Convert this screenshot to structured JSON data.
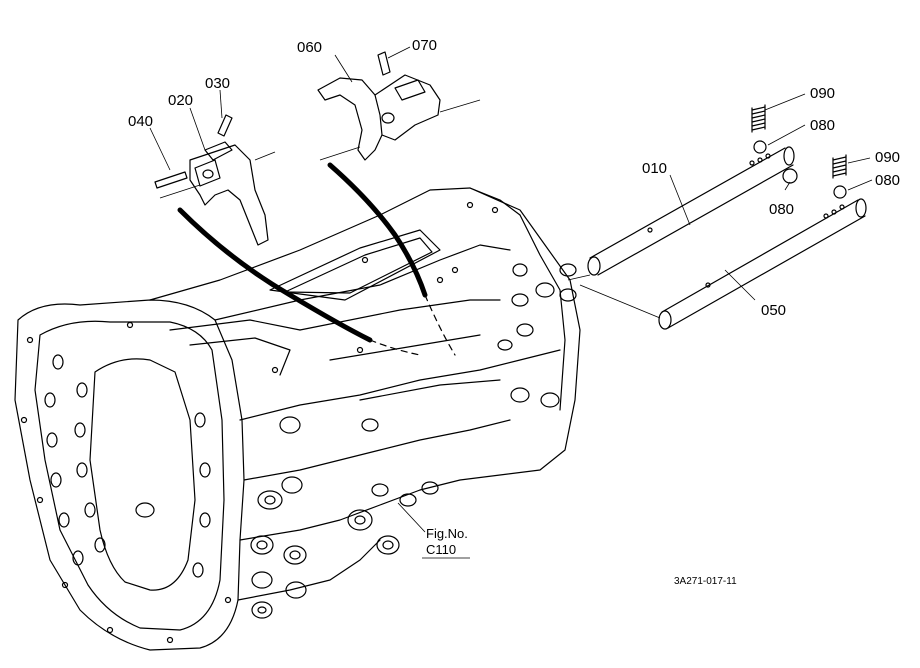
{
  "labels": {
    "p010": "010",
    "p020": "020",
    "p030": "030",
    "p040": "040",
    "p050": "050",
    "p060": "060",
    "p070": "070",
    "p080a": "080",
    "p080b": "080",
    "p080c": "080",
    "p090a": "090",
    "p090b": "090"
  },
  "figure_ref": {
    "line1": "Fig.No.",
    "line2": "C110"
  },
  "drawing_code": "3A271-017-11"
}
